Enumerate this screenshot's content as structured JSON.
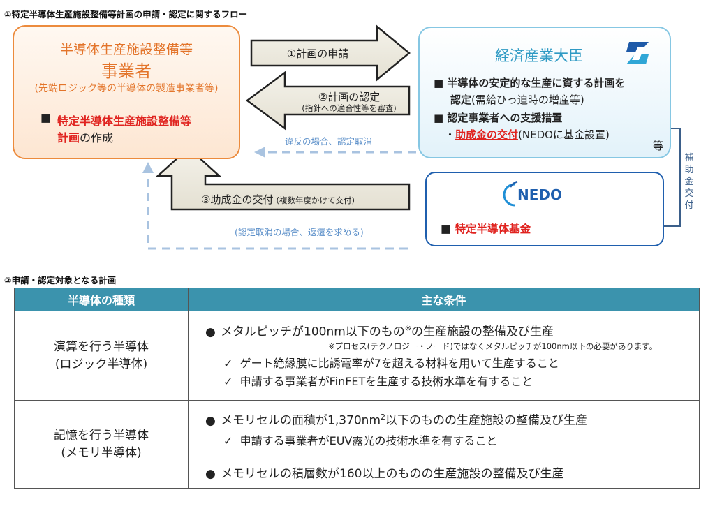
{
  "section1_title": "①特定半導体生産施設整備等計画の申請・認定に関するフロー",
  "section2_title": "②申請・認定対象となる計画",
  "applicant": {
    "title_line1": "半導体生産施設整備等",
    "title_line2": "事業者",
    "subtitle": "(先端ロジック等の半導体の製造事業者等)",
    "bullet": "■",
    "item_red": "特定半導体生産施設整備等",
    "item_red2": "計画",
    "item_rest": "の作成"
  },
  "minister": {
    "title": "経済産業大臣",
    "bullet": "■",
    "line1": "半導体の安定的な生産に資する計画を",
    "line2_bold": "認定",
    "line2_rest": "(需給ひっ迫時の増産等)",
    "line3": "認定事業者への支援措置",
    "line4_prefix": "・",
    "line4_red": "助成金の交付",
    "line4_rest": "(NEDOに基金設置)",
    "etc": "等",
    "logo_icon": "meti-logo-icon"
  },
  "nedo": {
    "logo_text": "NEDO",
    "bullet": "■",
    "fund": "特定半導体基金"
  },
  "arrows": {
    "apply": "①計画の申請",
    "certify": "②計画の認定",
    "certify_sub": "(指針への適合性等を審査)",
    "subsidy": "③助成金の交付",
    "subsidy_sub": "(複数年度かけて交付)",
    "revoke": "違反の場合、認定取消",
    "refund": "(認定取消の場合、返還を求める)",
    "vertical": "補助金交付"
  },
  "table": {
    "headers": [
      "半導体の種類",
      "主な条件"
    ],
    "logic_type": [
      "演算を行う半導体",
      "(ロジック半導体)"
    ],
    "logic_main": "メタルピッチが100nm以下のもの",
    "logic_main_mark": "※",
    "logic_main_rest": "の生産施設の整備及び生産",
    "logic_note": "※プロセス(テクノロジー・ノード)ではなくメタルピッチが100nm以下の必要があります。",
    "logic_check1": "ゲート絶縁膜に比誘電率が7を超える材料を用いて生産すること",
    "logic_check2": "申請する事業者がFinFETを生産する技術水準を有すること",
    "memory_type": [
      "記憶を行う半導体",
      "(メモリ半導体)"
    ],
    "memory_main1_a": "メモリセルの面積が1,370nm",
    "memory_main1_sup": "2",
    "memory_main1_b": "以下のものの生産施設の整備及び生産",
    "memory_check1": "申請する事業者がEUV露光の技術水準を有すること",
    "memory_main2": "メモリセルの積層数が160以上のものの生産施設の整備及び生産",
    "bullet": "●",
    "check": "✓"
  }
}
